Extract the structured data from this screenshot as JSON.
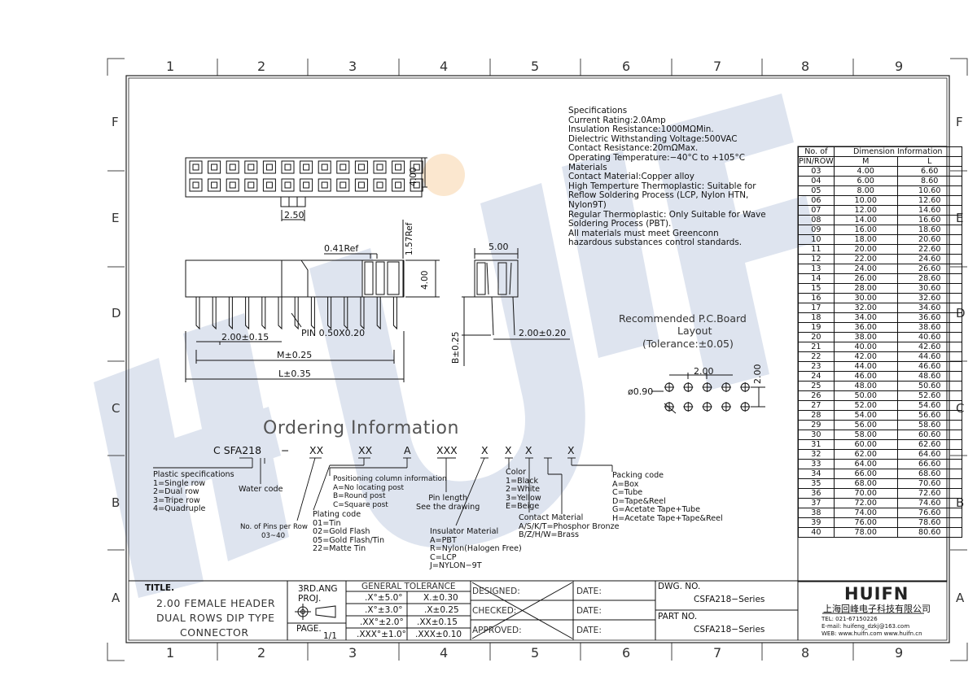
{
  "zones": {
    "columns": [
      "1",
      "2",
      "3",
      "4",
      "5",
      "6",
      "7",
      "8",
      "9"
    ],
    "rows": [
      "F",
      "E",
      "D",
      "C",
      "B",
      "A"
    ]
  },
  "watermark": "HUIFN",
  "specifications": [
    "Specifications",
    "Current Rating:2.0Amp",
    "Insulation Resistance:1000MΩMin.",
    "Dielectric Withstanding Voltage:500VAC",
    "Contact Resistance:20mΩMax.",
    "Operating Temperature:−40°C to +105°C",
    "Materials",
    "Contact Material:Copper alloy",
    "High Temperture Thermoplastic: Suitable for",
    "Reflow Soldering Process (LCP, Nylon HTN,",
    "Nylon9T)",
    "Regular Thermoplastic: Only Suitable for Wave",
    "Soldering Process (PBT).",
    "All materials must meet Greenconn",
    "hazardous substances control standards."
  ],
  "dimension_table": {
    "header_no": [
      "No. of",
      "PIN/ROW"
    ],
    "header_group": "Dimension Information",
    "col_m": "M",
    "col_l": "L",
    "rows": [
      [
        "03",
        "4.00",
        "6.60"
      ],
      [
        "04",
        "6.00",
        "8.60"
      ],
      [
        "05",
        "8.00",
        "10.60"
      ],
      [
        "06",
        "10.00",
        "12.60"
      ],
      [
        "07",
        "12.00",
        "14.60"
      ],
      [
        "08",
        "14.00",
        "16.60"
      ],
      [
        "09",
        "16.00",
        "18.60"
      ],
      [
        "10",
        "18.00",
        "20.60"
      ],
      [
        "11",
        "20.00",
        "22.60"
      ],
      [
        "12",
        "22.00",
        "24.60"
      ],
      [
        "13",
        "24.00",
        "26.60"
      ],
      [
        "14",
        "26.00",
        "28.60"
      ],
      [
        "15",
        "28.00",
        "30.60"
      ],
      [
        "16",
        "30.00",
        "32.60"
      ],
      [
        "17",
        "32.00",
        "34.60"
      ],
      [
        "18",
        "34.00",
        "36.60"
      ],
      [
        "19",
        "36.00",
        "38.60"
      ],
      [
        "20",
        "38.00",
        "40.60"
      ],
      [
        "21",
        "40.00",
        "42.60"
      ],
      [
        "22",
        "42.00",
        "44.60"
      ],
      [
        "23",
        "44.00",
        "46.60"
      ],
      [
        "24",
        "46.00",
        "48.60"
      ],
      [
        "25",
        "48.00",
        "50.60"
      ],
      [
        "26",
        "50.00",
        "52.60"
      ],
      [
        "27",
        "52.00",
        "54.60"
      ],
      [
        "28",
        "54.00",
        "56.60"
      ],
      [
        "29",
        "56.00",
        "58.60"
      ],
      [
        "30",
        "58.00",
        "60.60"
      ],
      [
        "31",
        "60.00",
        "62.60"
      ],
      [
        "32",
        "62.00",
        "64.60"
      ],
      [
        "33",
        "64.00",
        "66.60"
      ],
      [
        "34",
        "66.00",
        "68.60"
      ],
      [
        "35",
        "68.00",
        "70.60"
      ],
      [
        "36",
        "70.00",
        "72.60"
      ],
      [
        "37",
        "72.00",
        "74.60"
      ],
      [
        "38",
        "74.00",
        "76.60"
      ],
      [
        "39",
        "76.00",
        "78.60"
      ],
      [
        "40",
        "78.00",
        "80.60"
      ]
    ]
  },
  "dims": {
    "top_height": "4.00",
    "top_pitch": "2.50",
    "ref_041": "0.41Ref",
    "ref_157": "1.57Ref",
    "side_height": "4.00",
    "side_width": "5.00",
    "pitch_tol": "2.00±0.15",
    "pin": "PIN 0.50X0.20",
    "m_tol": "M±0.25",
    "l_tol": "L±0.35",
    "b_tol": "B±0.25",
    "side_pitch": "2.00±0.20"
  },
  "pcb": {
    "title1": "Recommended P.C.Board",
    "title2": "Layout",
    "tolerance": "(Tolerance:±0.05)",
    "pitch_x": "2.00",
    "pitch_y": "2.00",
    "hole": "ø0.90"
  },
  "ordering": {
    "title": "Ordering Information",
    "code": [
      "C SFA218",
      "−",
      "XX",
      "XX",
      "A",
      "XXX",
      "X",
      "X",
      "X",
      "X"
    ],
    "plastic": [
      "Plastic specifications",
      "1=Single row",
      "2=Dual row",
      "3=Tripe row",
      "4=Quadruple"
    ],
    "water": "Water code",
    "pins": [
      "No. of Pins per Row",
      "03~40"
    ],
    "plating": [
      "Plating code",
      "01=Tin",
      "02=Gold Flash",
      "05=Gold Flash/Tin",
      "22=Matte Tin"
    ],
    "positioning": [
      "Positioning column information",
      "A=No locating post",
      "B=Round post",
      "C=Square post"
    ],
    "pin_length": [
      "Pin length",
      "See the drawing"
    ],
    "insulator": [
      "Insulator Material",
      "A=PBT",
      "R=Nylon(Halogen Free)",
      "C=LCP",
      "J=NYLON−9T"
    ],
    "color": [
      "Color",
      "1=Black",
      "2=White",
      "3=Yellow",
      "E=Beige"
    ],
    "contact": [
      "Contact Material",
      "A/S/K/T=Phosphor Bronze",
      "B/Z/H/W=Brass"
    ],
    "packing": [
      "Packing code",
      "A=Box",
      "C=Tube",
      "D=Tape&Reel",
      "G=Acetate Tape+Tube",
      "H=Acetate Tape+Tape&Reel"
    ]
  },
  "title_block": {
    "title_label": "TITLE.",
    "title_lines": [
      "2.00 FEMALE HEADER",
      "DUAL ROWS DIP TYPE",
      "CONNECTOR"
    ],
    "proj1": "3RD.ANG",
    "proj2": "PROJ.",
    "page_label": "PAGE.",
    "page_value": "1/1",
    "tol_title": "GENERAL TOLERANCE",
    "tol_rows": [
      [
        ".X°±5.0°",
        "X.±0.30"
      ],
      [
        ".X°±3.0°",
        ".X±0.25"
      ],
      [
        ".XX°±2.0°",
        ".XX±0.15"
      ],
      [
        ".XXX°±1.0°",
        ".XXX±0.10"
      ]
    ],
    "designed": "DESIGNED:",
    "checked": "CHECKED:",
    "approved": "APPROVED:",
    "date": "DATE:",
    "dwg_label": "DWG. NO.",
    "dwg_value": "CSFA218−Series",
    "part_label": "PART NO.",
    "part_value": "CSFA218−Series",
    "company_logo": "HUIFN",
    "company_name": "上海回峰电子科技有限公司",
    "tel": "TEL: 021-67150226",
    "email": "E-mail: huifeng_dzkj@163.com",
    "web": "WEB: www.huifn.com  www.huifn.cn"
  }
}
